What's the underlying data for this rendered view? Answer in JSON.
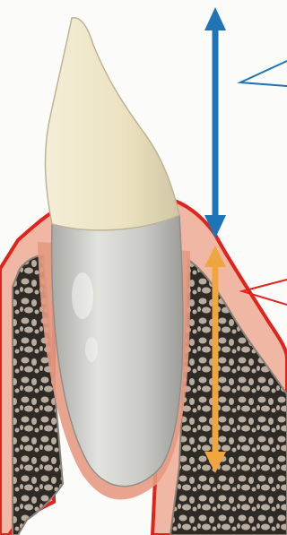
{
  "diagram": {
    "subject": "tooth-crown-root-gingiva-bone-cross-section",
    "colors": {
      "background": "#fbfbf9",
      "enamel": "#eee5c8",
      "enamel_shadow": "#cfc6a4",
      "root": "#c9c9c5",
      "root_highlight": "#e6e6e2",
      "gingiva_outline": "#e0231d",
      "gingiva_fill": "#f0b7a4",
      "gingiva_inner": "#e69a82",
      "bone_fill": "#2e2a26",
      "bone_cell": "#b9ada0",
      "blue_arrow": "#1f74b6",
      "orange_arrow": "#f0a63e",
      "blue_pointer": "#1f74b6",
      "red_pointer": "#e0231d"
    },
    "arrows": [
      {
        "id": "crown-height-arrow",
        "color_key": "blue_arrow",
        "direction": "vertical-double"
      },
      {
        "id": "root-length-arrow",
        "color_key": "orange_arrow",
        "direction": "vertical-double"
      }
    ],
    "pointers": [
      {
        "id": "crown-pointer",
        "color_key": "blue_pointer",
        "target": "crown"
      },
      {
        "id": "gingiva-pointer",
        "color_key": "red_pointer",
        "target": "gingiva"
      }
    ]
  }
}
